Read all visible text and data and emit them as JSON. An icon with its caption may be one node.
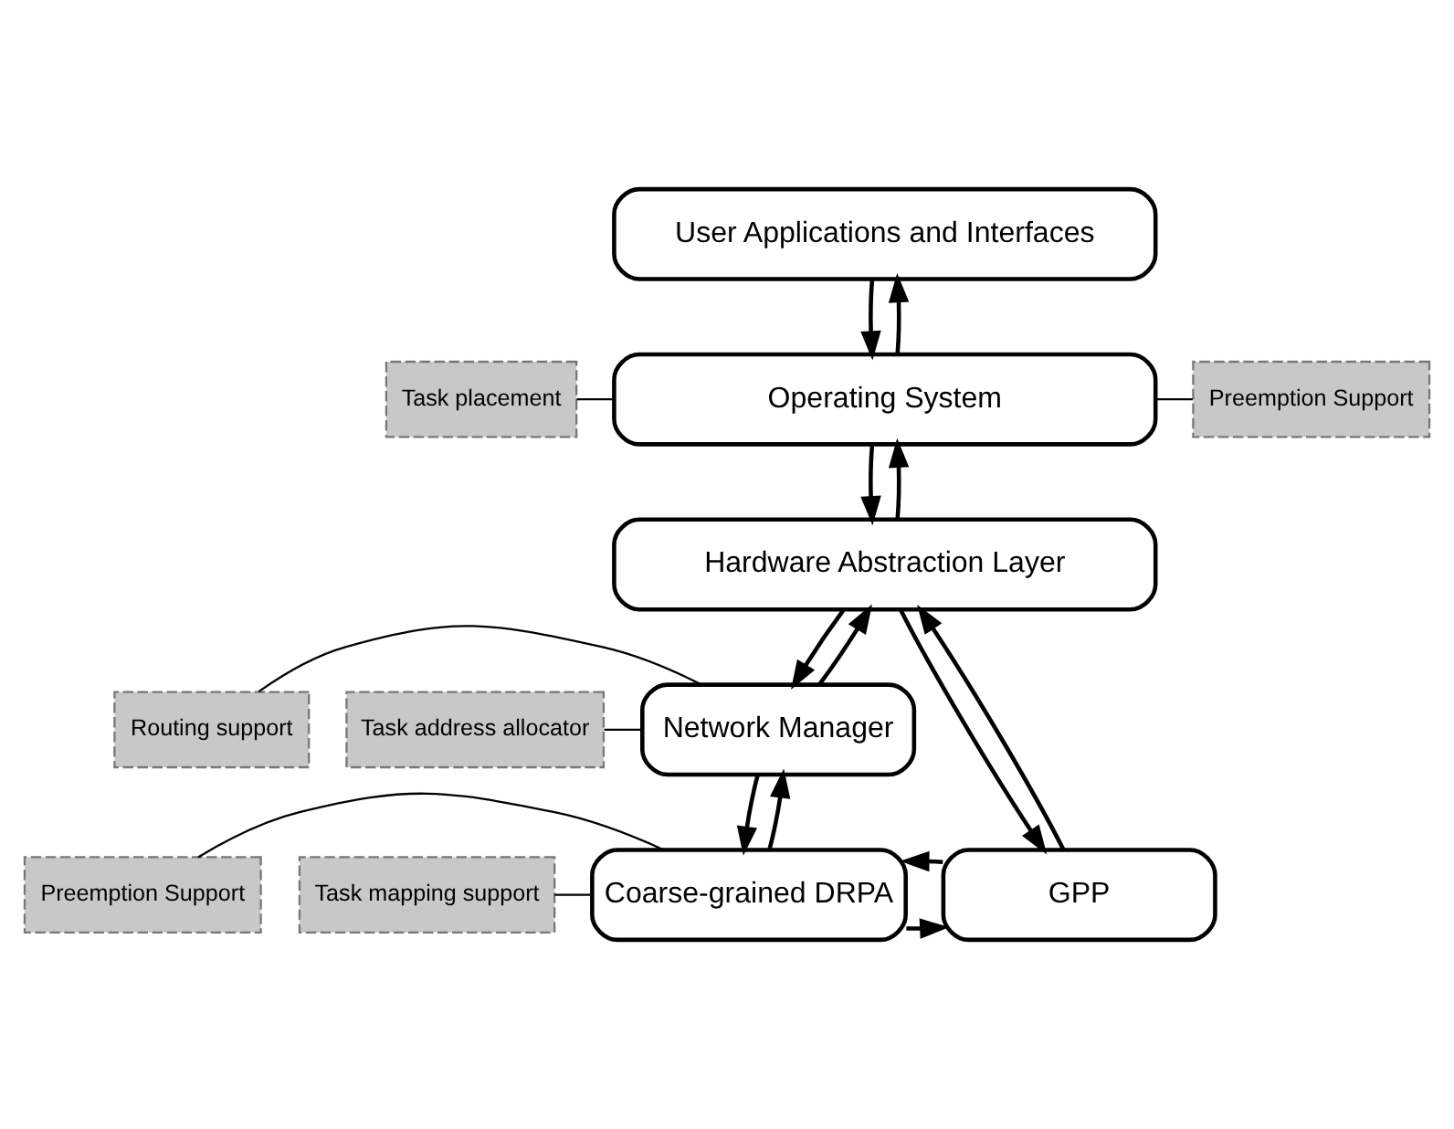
{
  "diagram": {
    "nodes": [
      {
        "text": [
          "User Applications and Interfaces"
        ]
      },
      {
        "text": [
          "Task placement"
        ]
      },
      {
        "text": [
          "Operating System"
        ]
      },
      {
        "text": [
          "Preemption Support"
        ]
      },
      {
        "text": [
          "Hardware Abstraction Layer"
        ]
      },
      {
        "text": [
          "Task address allocator"
        ]
      },
      {
        "text": [
          "Routing support"
        ]
      },
      {
        "text": [
          "Network Manager"
        ]
      },
      {
        "text": [
          "Preemption Support"
        ]
      },
      {
        "text": [
          "Task mapping support"
        ]
      },
      {
        "text": [
          "Coarse-grained DRPA"
        ]
      },
      {
        "text": [
          "GPP"
        ]
      }
    ],
    "edges": [
      {
        "from": 2,
        "to": 0,
        "arrow": "to"
      },
      {
        "from": 0,
        "to": 2,
        "arrow": "to"
      },
      {
        "from": 1,
        "to": 2,
        "arrow": "none"
      },
      {
        "from": 2,
        "to": 3,
        "arrow": "none"
      },
      {
        "from": 4,
        "to": 2,
        "arrow": "to"
      },
      {
        "from": 2,
        "to": 4,
        "arrow": "to"
      },
      {
        "from": 7,
        "to": 4,
        "arrow": "to"
      },
      {
        "from": 4,
        "to": 7,
        "arrow": "to"
      },
      {
        "from": 5,
        "to": 7,
        "arrow": "none"
      },
      {
        "from": 6,
        "to": 7,
        "arrow": "none"
      },
      {
        "from": 10,
        "to": 7,
        "arrow": "to"
      },
      {
        "from": 7,
        "to": 10,
        "arrow": "to"
      },
      {
        "from": 11,
        "to": 4,
        "arrow": "to"
      },
      {
        "from": 4,
        "to": 11,
        "arrow": "to"
      },
      {
        "from": 8,
        "to": 10,
        "arrow": "none"
      },
      {
        "from": 9,
        "to": 10,
        "arrow": "none"
      },
      {
        "from": 10,
        "to": 11,
        "arrow": "to"
      },
      {
        "from": 11,
        "to": 10,
        "arrow": "to"
      }
    ]
  }
}
